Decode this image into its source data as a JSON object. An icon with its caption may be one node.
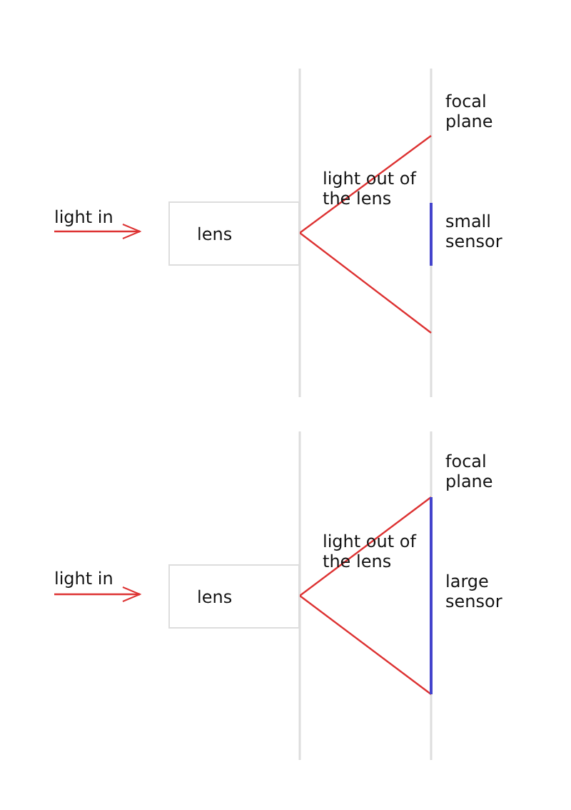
{
  "diagram": {
    "nodes": [
      {
        "text": [
          "lens"
        ]
      },
      {
        "text": [
          "lens"
        ]
      }
    ],
    "labels": [
      "light in",
      "light out of the lens",
      "focal plane",
      "small sensor",
      "light in",
      "light out of the lens",
      "focal plane",
      "large sensor"
    ]
  }
}
